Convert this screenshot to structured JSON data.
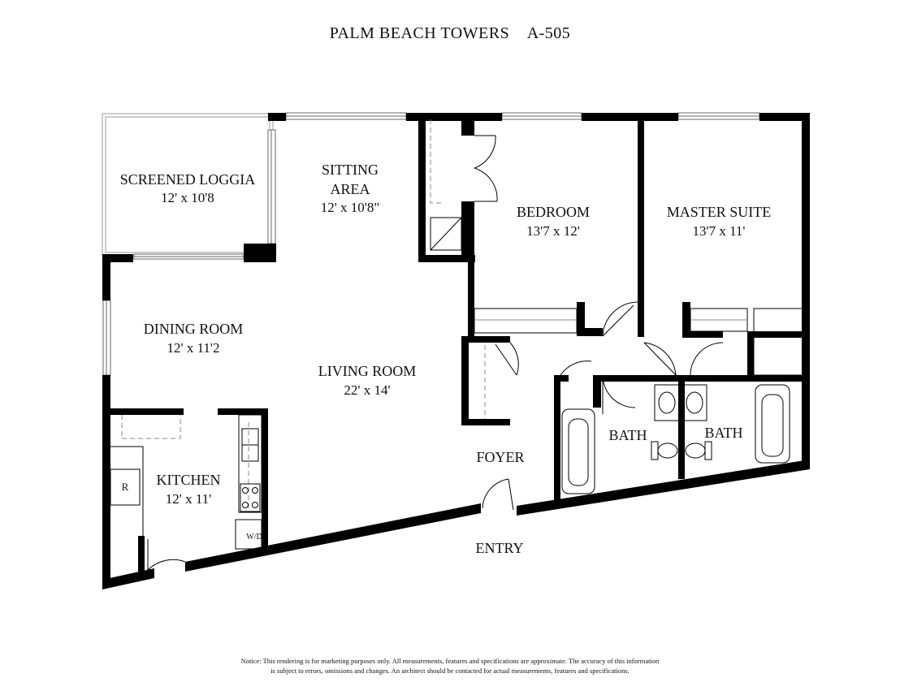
{
  "title": {
    "building": "PALM BEACH TOWERS",
    "unit": "A-505"
  },
  "rooms": {
    "loggia": {
      "name": "SCREENED LOGGIA",
      "size": "12' x 10'8"
    },
    "sitting": {
      "name_line1": "SITTING",
      "name_line2": "AREA",
      "size": "12' x 10'8\""
    },
    "bedroom": {
      "name": "BEDROOM",
      "size": "13'7 x 12'"
    },
    "master": {
      "name": "MASTER SUITE",
      "size": "13'7 x 11'"
    },
    "dining": {
      "name": "DINING ROOM",
      "size": "12' x 11'2"
    },
    "living": {
      "name": "LIVING ROOM",
      "size": "22' x 14'"
    },
    "kitchen": {
      "name": "KITCHEN",
      "size": "12' x 11'"
    },
    "bath1": {
      "name": "BATH"
    },
    "bath2": {
      "name": "BATH"
    },
    "foyer": {
      "name": "FOYER"
    },
    "entry": {
      "name": "ENTRY"
    }
  },
  "fixtures": {
    "refrigerator": "R",
    "washer_dryer": "W/D"
  },
  "notice": {
    "line1": "Notice: This rendering is for marketing purposes only. All measurements, features and specifications are approximate. The accuracy of this information",
    "line2": "is subject to errors, omissions and changes. An architect should be contacted for actual measurements, features and specifications."
  }
}
